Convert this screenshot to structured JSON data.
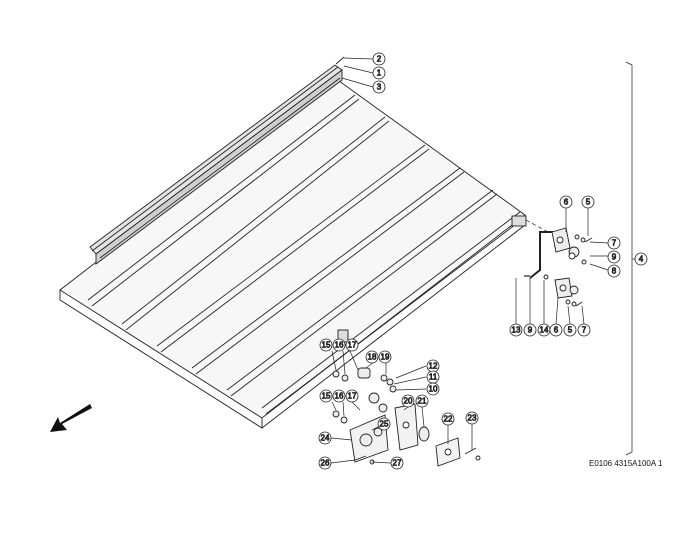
{
  "diagram": {
    "caption": "E0106 4315A100A 1",
    "callouts": {
      "c1": "1",
      "c2": "2",
      "c3": "3",
      "c4": "4",
      "c5a": "5",
      "c5b": "5",
      "c6a": "6",
      "c6b": "6",
      "c7a": "7",
      "c7b": "7",
      "c8": "8",
      "c9a": "9",
      "c9b": "9",
      "c10": "10",
      "c11": "11",
      "c12": "12",
      "c13": "13",
      "c14": "14",
      "c15a": "15",
      "c15b": "15",
      "c16a": "16",
      "c16b": "16",
      "c17a": "17",
      "c17b": "17",
      "c18": "18",
      "c19": "19",
      "c20": "20",
      "c21": "21",
      "c22": "22",
      "c23": "23",
      "c24": "24",
      "c25": "25",
      "c26": "26",
      "c27": "27"
    },
    "arrow_icon": "direction-arrow-icon"
  }
}
